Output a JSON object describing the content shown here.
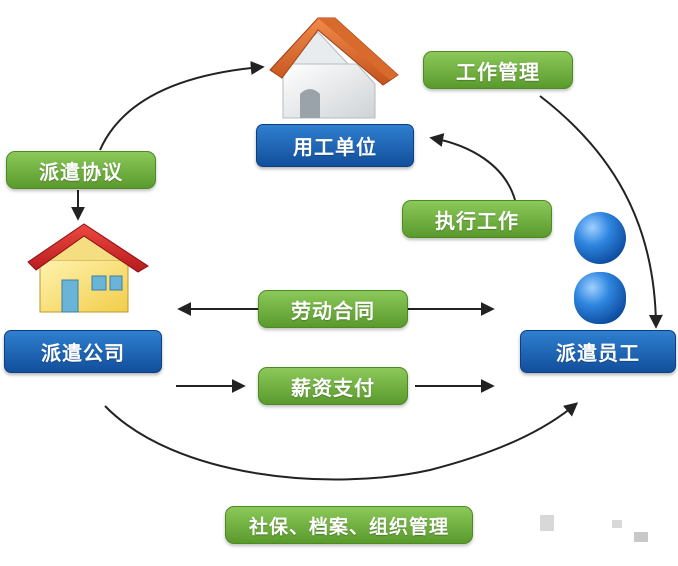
{
  "nodes": {
    "employer": {
      "label": "用工单位"
    },
    "agency": {
      "label": "派遣公司"
    },
    "employee": {
      "label": "派遣员工"
    }
  },
  "relations": {
    "dispatch_agreement": "派遣协议",
    "work_management": "工作管理",
    "perform_work": "执行工作",
    "labor_contract": "劳动合同",
    "salary_payment": "薪资支付",
    "social_services": "社保、档案、组织管理"
  },
  "colors": {
    "green_label": "#6aab3a",
    "blue_label": "#1a5fb4",
    "arrow": "#222222",
    "roof_orange": "#e06a2c",
    "roof_red": "#d8262a",
    "person_blue": "#1c6fd1"
  },
  "icons": {
    "employer": "house-white-orange-roof-icon",
    "agency": "house-yellow-red-roof-icon",
    "employee": "person-icon"
  }
}
